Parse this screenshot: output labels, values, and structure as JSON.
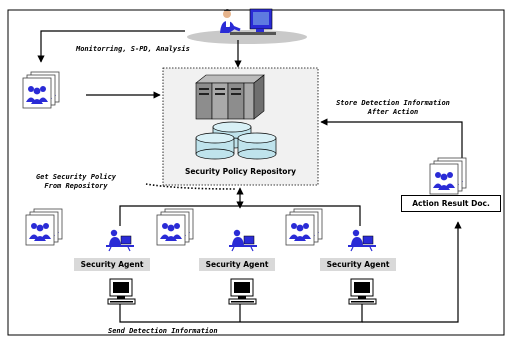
{
  "labels": {
    "monitoring": "Monitorring, S-PD, Analysis",
    "store_line1": "Store Detection Information",
    "store_line2": "After Action",
    "get_line1": "Get Security Policy",
    "get_line2": "From Repository",
    "send": "Send Detection Information",
    "repository": "Security Policy Repository",
    "action_doc": "Action Result Doc."
  },
  "agents": [
    {
      "label": "Security Agent"
    },
    {
      "label": "Security Agent"
    },
    {
      "label": "Security Agent"
    }
  ],
  "colors": {
    "doc_blue": "#2a2bd6",
    "doc_border": "#444444",
    "agent_box": "#d9d9d9",
    "repo_bg": "#f1f1f1",
    "cylinder": "#bfe3ec"
  },
  "icons": {
    "admin": "admin-workstation-icon",
    "doc_stack": "user-group-document-stack-icon",
    "server": "server-rack-icon",
    "database": "database-cylinder-icon",
    "agent_person": "agent-operator-icon",
    "computer": "desktop-computer-icon"
  }
}
